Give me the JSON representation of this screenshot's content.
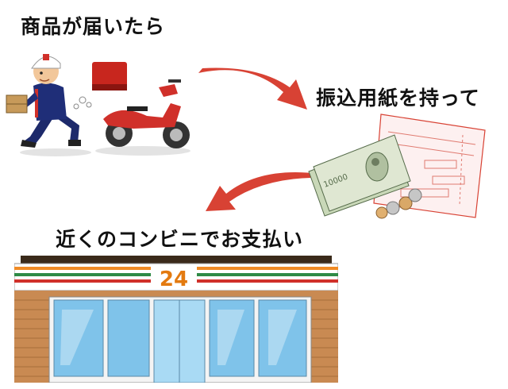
{
  "steps": {
    "delivery": "商品が届いたら",
    "slip": "振込用紙を持って",
    "convenience_store": "近くのコンビニでお支払い"
  },
  "store_sign": {
    "number": "24"
  },
  "colors": {
    "arrow": "#d84234",
    "stripe_orange": "#f08a24",
    "stripe_green": "#2f8a46",
    "stripe_red": "#d0302a",
    "brick": "#c98a52",
    "glass": "#7fc3ea"
  },
  "icons": [
    "delivery-worker-icon",
    "delivery-scooter-icon",
    "banknotes-icon",
    "coins-icon",
    "payment-slip-icon",
    "convenience-store-icon"
  ]
}
